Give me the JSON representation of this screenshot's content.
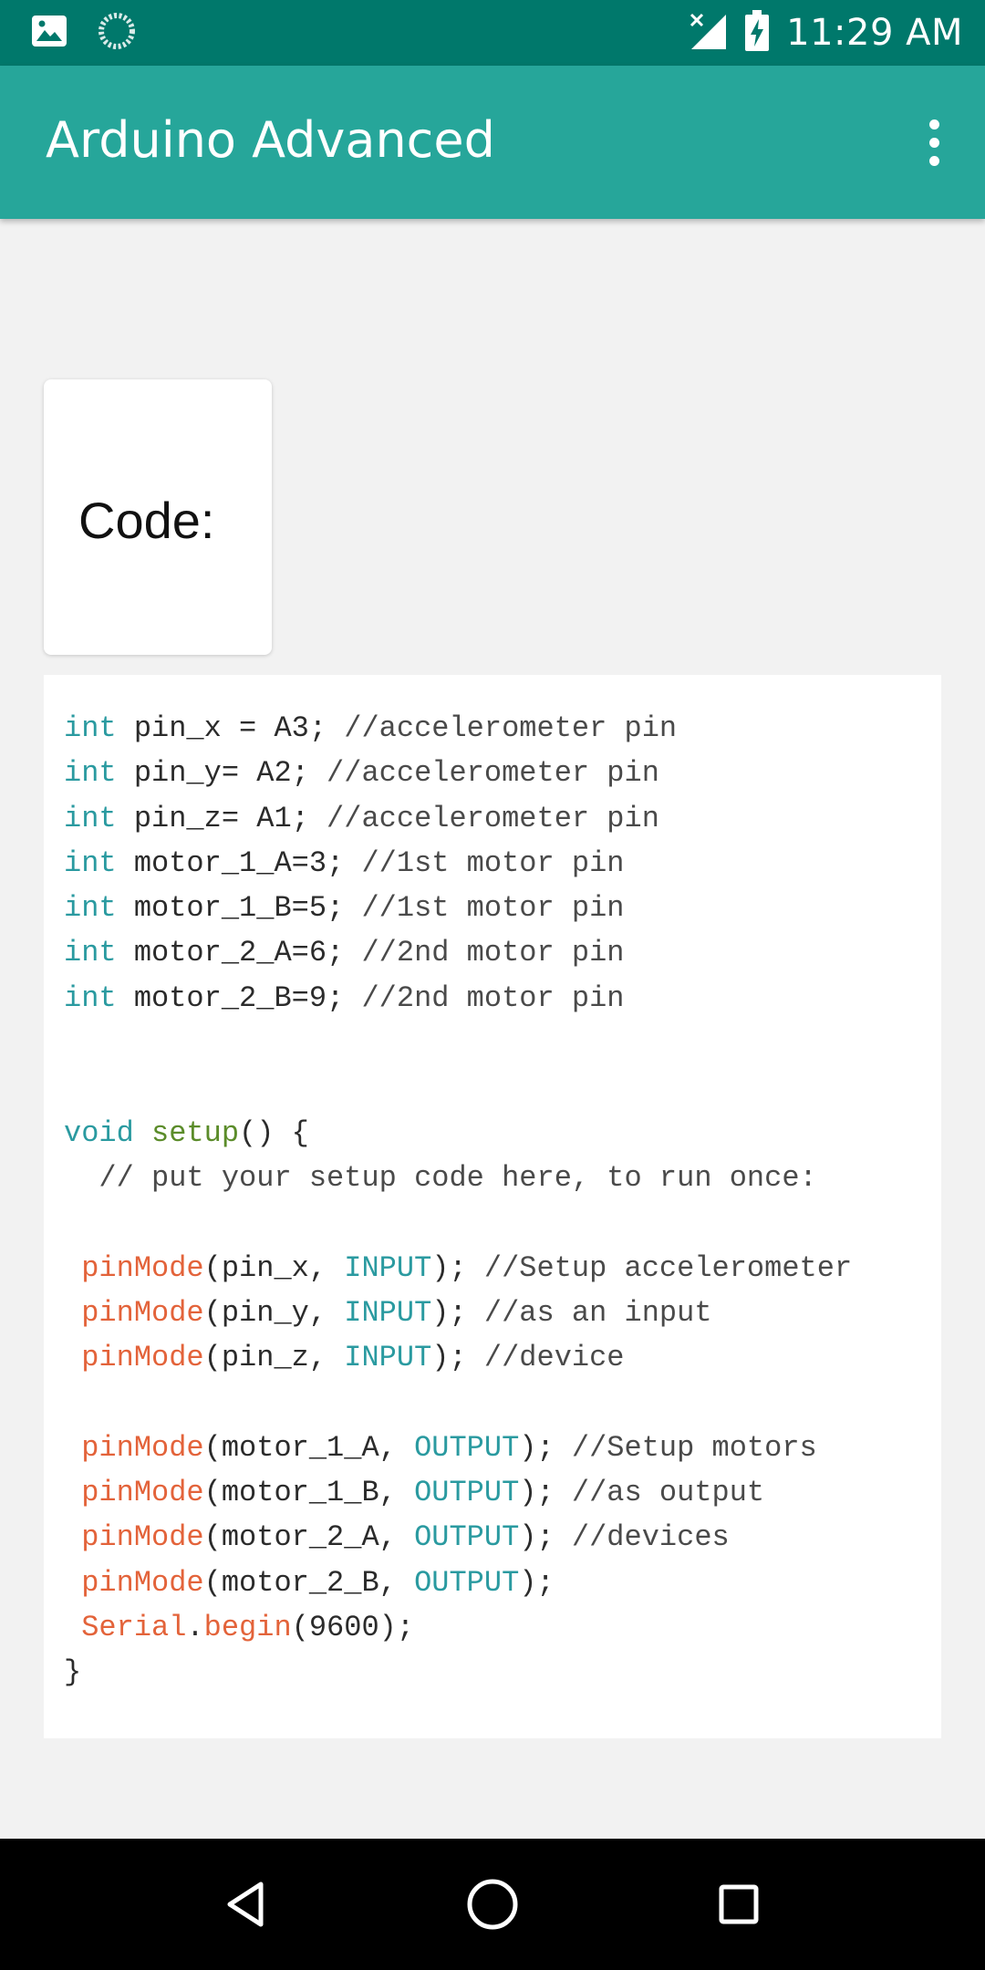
{
  "status_bar": {
    "time": "11:29 AM",
    "icons": [
      "image-icon",
      "loading-icon",
      "signal-off-icon",
      "battery-charging-icon"
    ]
  },
  "app_bar": {
    "title": "Arduino Advanced",
    "menu_icon": "overflow-menu-icon"
  },
  "card": {
    "label": "Code:"
  },
  "code": {
    "lines": [
      [
        {
          "t": "int",
          "c": "type"
        },
        {
          "t": " pin_x = A3; ",
          "c": "plain"
        },
        {
          "t": "//accelerometer pin",
          "c": "comment"
        }
      ],
      [
        {
          "t": "int",
          "c": "type"
        },
        {
          "t": " pin_y= A2; ",
          "c": "plain"
        },
        {
          "t": "//accelerometer pin",
          "c": "comment"
        }
      ],
      [
        {
          "t": "int",
          "c": "type"
        },
        {
          "t": " pin_z= A1; ",
          "c": "plain"
        },
        {
          "t": "//accelerometer pin",
          "c": "comment"
        }
      ],
      [
        {
          "t": "int",
          "c": "type"
        },
        {
          "t": " motor_1_A=3; ",
          "c": "plain"
        },
        {
          "t": "//1st motor pin",
          "c": "comment"
        }
      ],
      [
        {
          "t": "int",
          "c": "type"
        },
        {
          "t": " motor_1_B=5; ",
          "c": "plain"
        },
        {
          "t": "//1st motor pin",
          "c": "comment"
        }
      ],
      [
        {
          "t": "int",
          "c": "type"
        },
        {
          "t": " motor_2_A=6; ",
          "c": "plain"
        },
        {
          "t": "//2nd motor pin",
          "c": "comment"
        }
      ],
      [
        {
          "t": "int",
          "c": "type"
        },
        {
          "t": " motor_2_B=9; ",
          "c": "plain"
        },
        {
          "t": "//2nd motor pin",
          "c": "comment"
        }
      ],
      [],
      [],
      [
        {
          "t": "void",
          "c": "type"
        },
        {
          "t": " ",
          "c": "plain"
        },
        {
          "t": "setup",
          "c": "keyword"
        },
        {
          "t": "() {",
          "c": "plain"
        }
      ],
      [
        {
          "t": "  // put your setup code here, to run once:",
          "c": "comment"
        }
      ],
      [],
      [
        {
          "t": " ",
          "c": "plain"
        },
        {
          "t": "pinMode",
          "c": "func"
        },
        {
          "t": "(pin_x, ",
          "c": "plain"
        },
        {
          "t": "INPUT",
          "c": "const"
        },
        {
          "t": "); ",
          "c": "plain"
        },
        {
          "t": "//Setup accelerometer",
          "c": "comment"
        }
      ],
      [
        {
          "t": " ",
          "c": "plain"
        },
        {
          "t": "pinMode",
          "c": "func"
        },
        {
          "t": "(pin_y, ",
          "c": "plain"
        },
        {
          "t": "INPUT",
          "c": "const"
        },
        {
          "t": "); ",
          "c": "plain"
        },
        {
          "t": "//as an input",
          "c": "comment"
        }
      ],
      [
        {
          "t": " ",
          "c": "plain"
        },
        {
          "t": "pinMode",
          "c": "func"
        },
        {
          "t": "(pin_z, ",
          "c": "plain"
        },
        {
          "t": "INPUT",
          "c": "const"
        },
        {
          "t": "); ",
          "c": "plain"
        },
        {
          "t": "//device",
          "c": "comment"
        }
      ],
      [],
      [
        {
          "t": " ",
          "c": "plain"
        },
        {
          "t": "pinMode",
          "c": "func"
        },
        {
          "t": "(motor_1_A, ",
          "c": "plain"
        },
        {
          "t": "OUTPUT",
          "c": "const"
        },
        {
          "t": "); ",
          "c": "plain"
        },
        {
          "t": "//Setup motors",
          "c": "comment"
        }
      ],
      [
        {
          "t": " ",
          "c": "plain"
        },
        {
          "t": "pinMode",
          "c": "func"
        },
        {
          "t": "(motor_1_B, ",
          "c": "plain"
        },
        {
          "t": "OUTPUT",
          "c": "const"
        },
        {
          "t": "); ",
          "c": "plain"
        },
        {
          "t": "//as output",
          "c": "comment"
        }
      ],
      [
        {
          "t": " ",
          "c": "plain"
        },
        {
          "t": "pinMode",
          "c": "func"
        },
        {
          "t": "(motor_2_A, ",
          "c": "plain"
        },
        {
          "t": "OUTPUT",
          "c": "const"
        },
        {
          "t": "); ",
          "c": "plain"
        },
        {
          "t": "//devices",
          "c": "comment"
        }
      ],
      [
        {
          "t": " ",
          "c": "plain"
        },
        {
          "t": "pinMode",
          "c": "func"
        },
        {
          "t": "(motor_2_B, ",
          "c": "plain"
        },
        {
          "t": "OUTPUT",
          "c": "const"
        },
        {
          "t": ");",
          "c": "plain"
        }
      ],
      [
        {
          "t": " ",
          "c": "plain"
        },
        {
          "t": "Serial",
          "c": "func"
        },
        {
          "t": ".",
          "c": "plain"
        },
        {
          "t": "begin",
          "c": "func"
        },
        {
          "t": "(9600);",
          "c": "plain"
        }
      ],
      [
        {
          "t": "}",
          "c": "plain"
        }
      ]
    ]
  },
  "nav_bar": {
    "back_icon": "back-triangle-icon",
    "home_icon": "home-circle-icon",
    "recents_icon": "recents-square-icon"
  },
  "colors": {
    "status_bar": "#00786b",
    "app_bar": "#26a69a",
    "type_token": "#2a9aa0",
    "function_token": "#e3633a",
    "keyword_token": "#5b8c2a"
  }
}
